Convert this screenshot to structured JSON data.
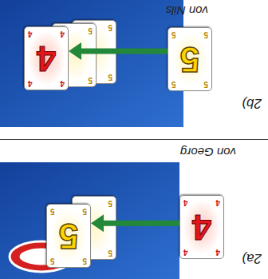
{
  "diagram": {
    "nodes": [
      {
        "text": [
          "4",
          "4",
          "4",
          "4",
          "4"
        ]
      },
      {
        "text": [
          "5",
          "5"
        ]
      },
      {
        "text": [
          "5",
          "5",
          "5",
          "5",
          "5"
        ]
      },
      {
        "text": [
          "5",
          "5",
          "5",
          "5",
          "5"
        ]
      },
      {
        "text": [
          "5",
          "5"
        ]
      },
      {
        "text": [
          "5",
          "5"
        ]
      },
      {
        "text": [
          "4",
          "4",
          "4",
          "4",
          "4"
        ]
      }
    ],
    "edges": [
      {
        "from": 0,
        "to": 2,
        "arrow": "to"
      },
      {
        "from": 3,
        "to": 6,
        "arrow": "to"
      }
    ],
    "labels": [
      "2a)",
      "von Georg",
      "2b)",
      "von Nils"
    ]
  }
}
